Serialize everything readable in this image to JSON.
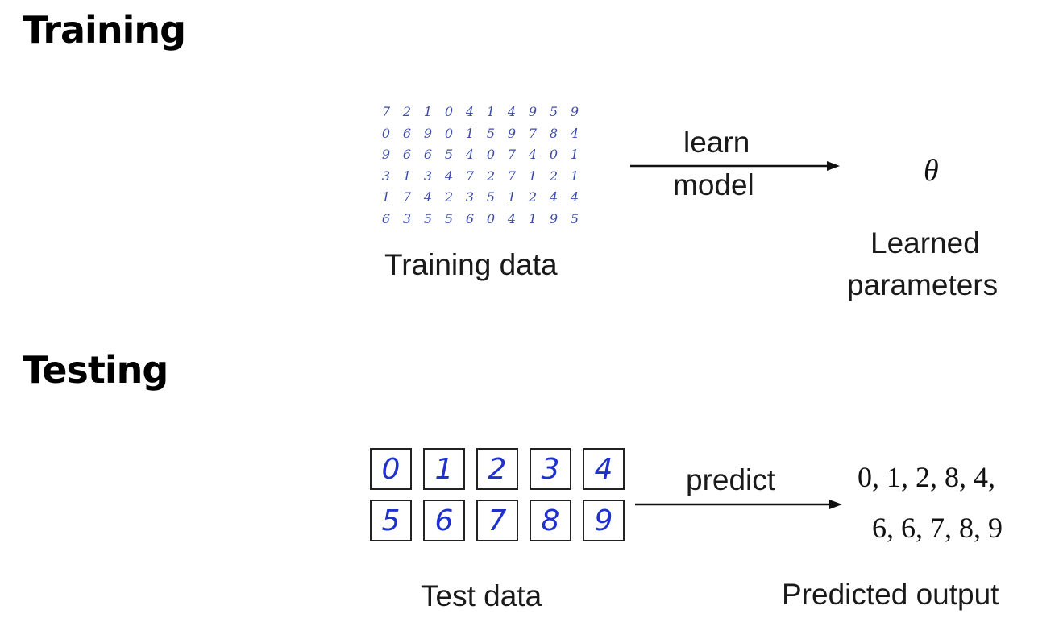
{
  "training": {
    "heading": "Training",
    "data_label": "Training data",
    "digit_rows": [
      [
        "7",
        "2",
        "1",
        "0",
        "4",
        "1",
        "4",
        "9",
        "5",
        "9"
      ],
      [
        "0",
        "6",
        "9",
        "0",
        "1",
        "5",
        "9",
        "7",
        "8",
        "4"
      ],
      [
        "9",
        "6",
        "6",
        "5",
        "4",
        "0",
        "7",
        "4",
        "0",
        "1"
      ],
      [
        "3",
        "1",
        "3",
        "4",
        "7",
        "2",
        "7",
        "1",
        "2",
        "1"
      ],
      [
        "1",
        "7",
        "4",
        "2",
        "3",
        "5",
        "1",
        "2",
        "4",
        "4"
      ],
      [
        "6",
        "3",
        "5",
        "5",
        "6",
        "0",
        "4",
        "1",
        "9",
        "5"
      ]
    ],
    "arrow_top_label": "learn",
    "arrow_bottom_label": "model",
    "param_symbol": "θ",
    "param_label_line1": "Learned",
    "param_label_line2": "parameters"
  },
  "testing": {
    "heading": "Testing",
    "test_digits": [
      "0",
      "1",
      "2",
      "3",
      "4",
      "5",
      "6",
      "7",
      "8",
      "9"
    ],
    "data_label": "Test data",
    "arrow_label": "predict",
    "output_line1": "0, 1, 2, 8, 4,",
    "output_line2": "6, 6, 7, 8, 9",
    "output_label": "Predicted output"
  },
  "colors": {
    "digit_ink": "#1f2fd0",
    "grid_ink": "#3b4aa8",
    "text": "#1a1a1a"
  }
}
